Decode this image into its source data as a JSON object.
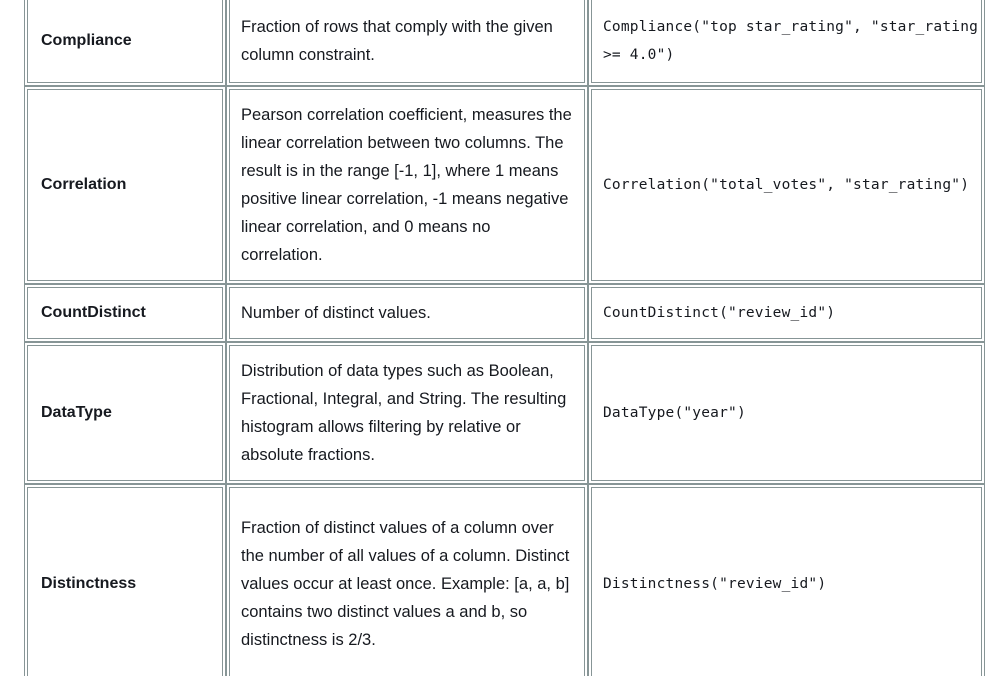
{
  "table": {
    "rows": [
      {
        "name": "Compliance",
        "description": "Fraction of rows that comply with the given column constraint.",
        "example": "Compliance(\"top star_rating\", \"star_rating >= 4.0\")"
      },
      {
        "name": "Correlation",
        "description": "Pearson correlation coefficient, measures the linear correlation between two columns. The result is in the range [-1, 1], where 1 means positive linear correlation, -1 means negative linear correlation, and 0 means no correlation.",
        "example": "Correlation(\"total_votes\", \"star_rating\")"
      },
      {
        "name": "CountDistinct",
        "description": "Number of distinct values.",
        "example": "CountDistinct(\"review_id\")"
      },
      {
        "name": "DataType",
        "description": "Distribution of data types such as Boolean, Fractional, Integral, and String. The resulting histogram allows filtering by relative or absolute fractions.",
        "example": "DataType(\"year\")"
      },
      {
        "name": "Distinctness",
        "description": "Fraction of distinct values of a column over the number of all values of a column. Distinct values occur at least once. Example: [a, a, b] contains two distinct values a and b, so distinctness is 2/3.",
        "example": "Distinctness(\"review_id\")"
      }
    ]
  }
}
